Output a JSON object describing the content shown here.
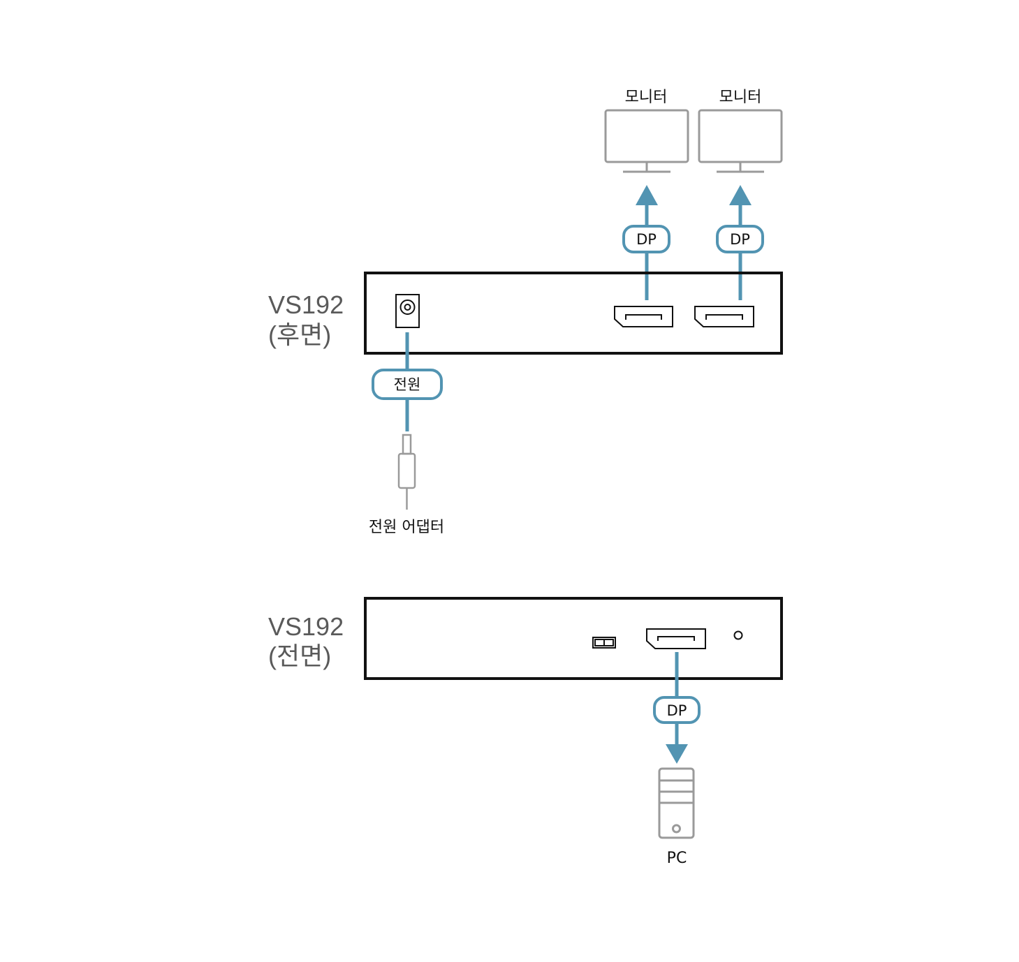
{
  "colors": {
    "cable": "#5294b2",
    "device_outline": "#111111",
    "peripheral": "#9a9a9a"
  },
  "rear": {
    "device_name": "VS192",
    "device_side": "(후면)",
    "monitors": [
      {
        "label": "모니터",
        "cable": "DP"
      },
      {
        "label": "모니터",
        "cable": "DP"
      }
    ],
    "power_cable": "전원",
    "power_adapter": "전원 어댑터"
  },
  "front": {
    "device_name": "VS192",
    "device_side": "(전면)",
    "pc_cable": "DP",
    "pc_label": "PC"
  }
}
